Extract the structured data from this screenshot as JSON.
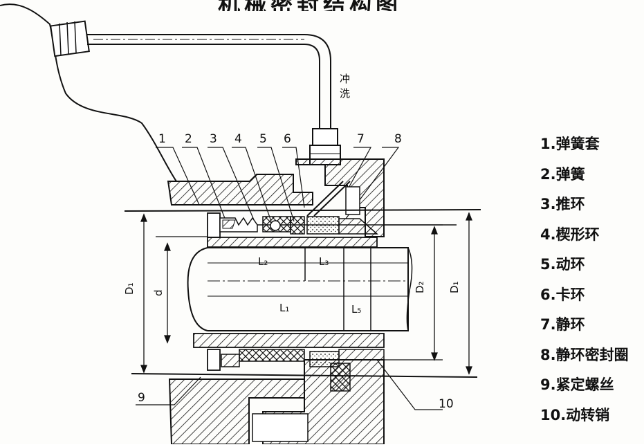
{
  "title": "机械密封结构图",
  "flush_label": [
    "冲",
    "洗"
  ],
  "part_numbers": [
    "1",
    "2",
    "3",
    "4",
    "5",
    "6",
    "7",
    "8",
    "9",
    "10"
  ],
  "dimensions": {
    "D1_left": "D₁",
    "d": "d",
    "L2": "L₂",
    "L3": "L₃",
    "L1": "L₁",
    "L5": "L₅",
    "D2": "D₂",
    "D1_right": "D₁"
  },
  "legend": [
    "1.弹簧套",
    "2.弹簧",
    "3.推环",
    "4.楔形环",
    "5.动环",
    "6.卡环",
    "7.静环",
    "8.静环密封圈",
    "9.紧定螺丝",
    "10.动转销"
  ]
}
